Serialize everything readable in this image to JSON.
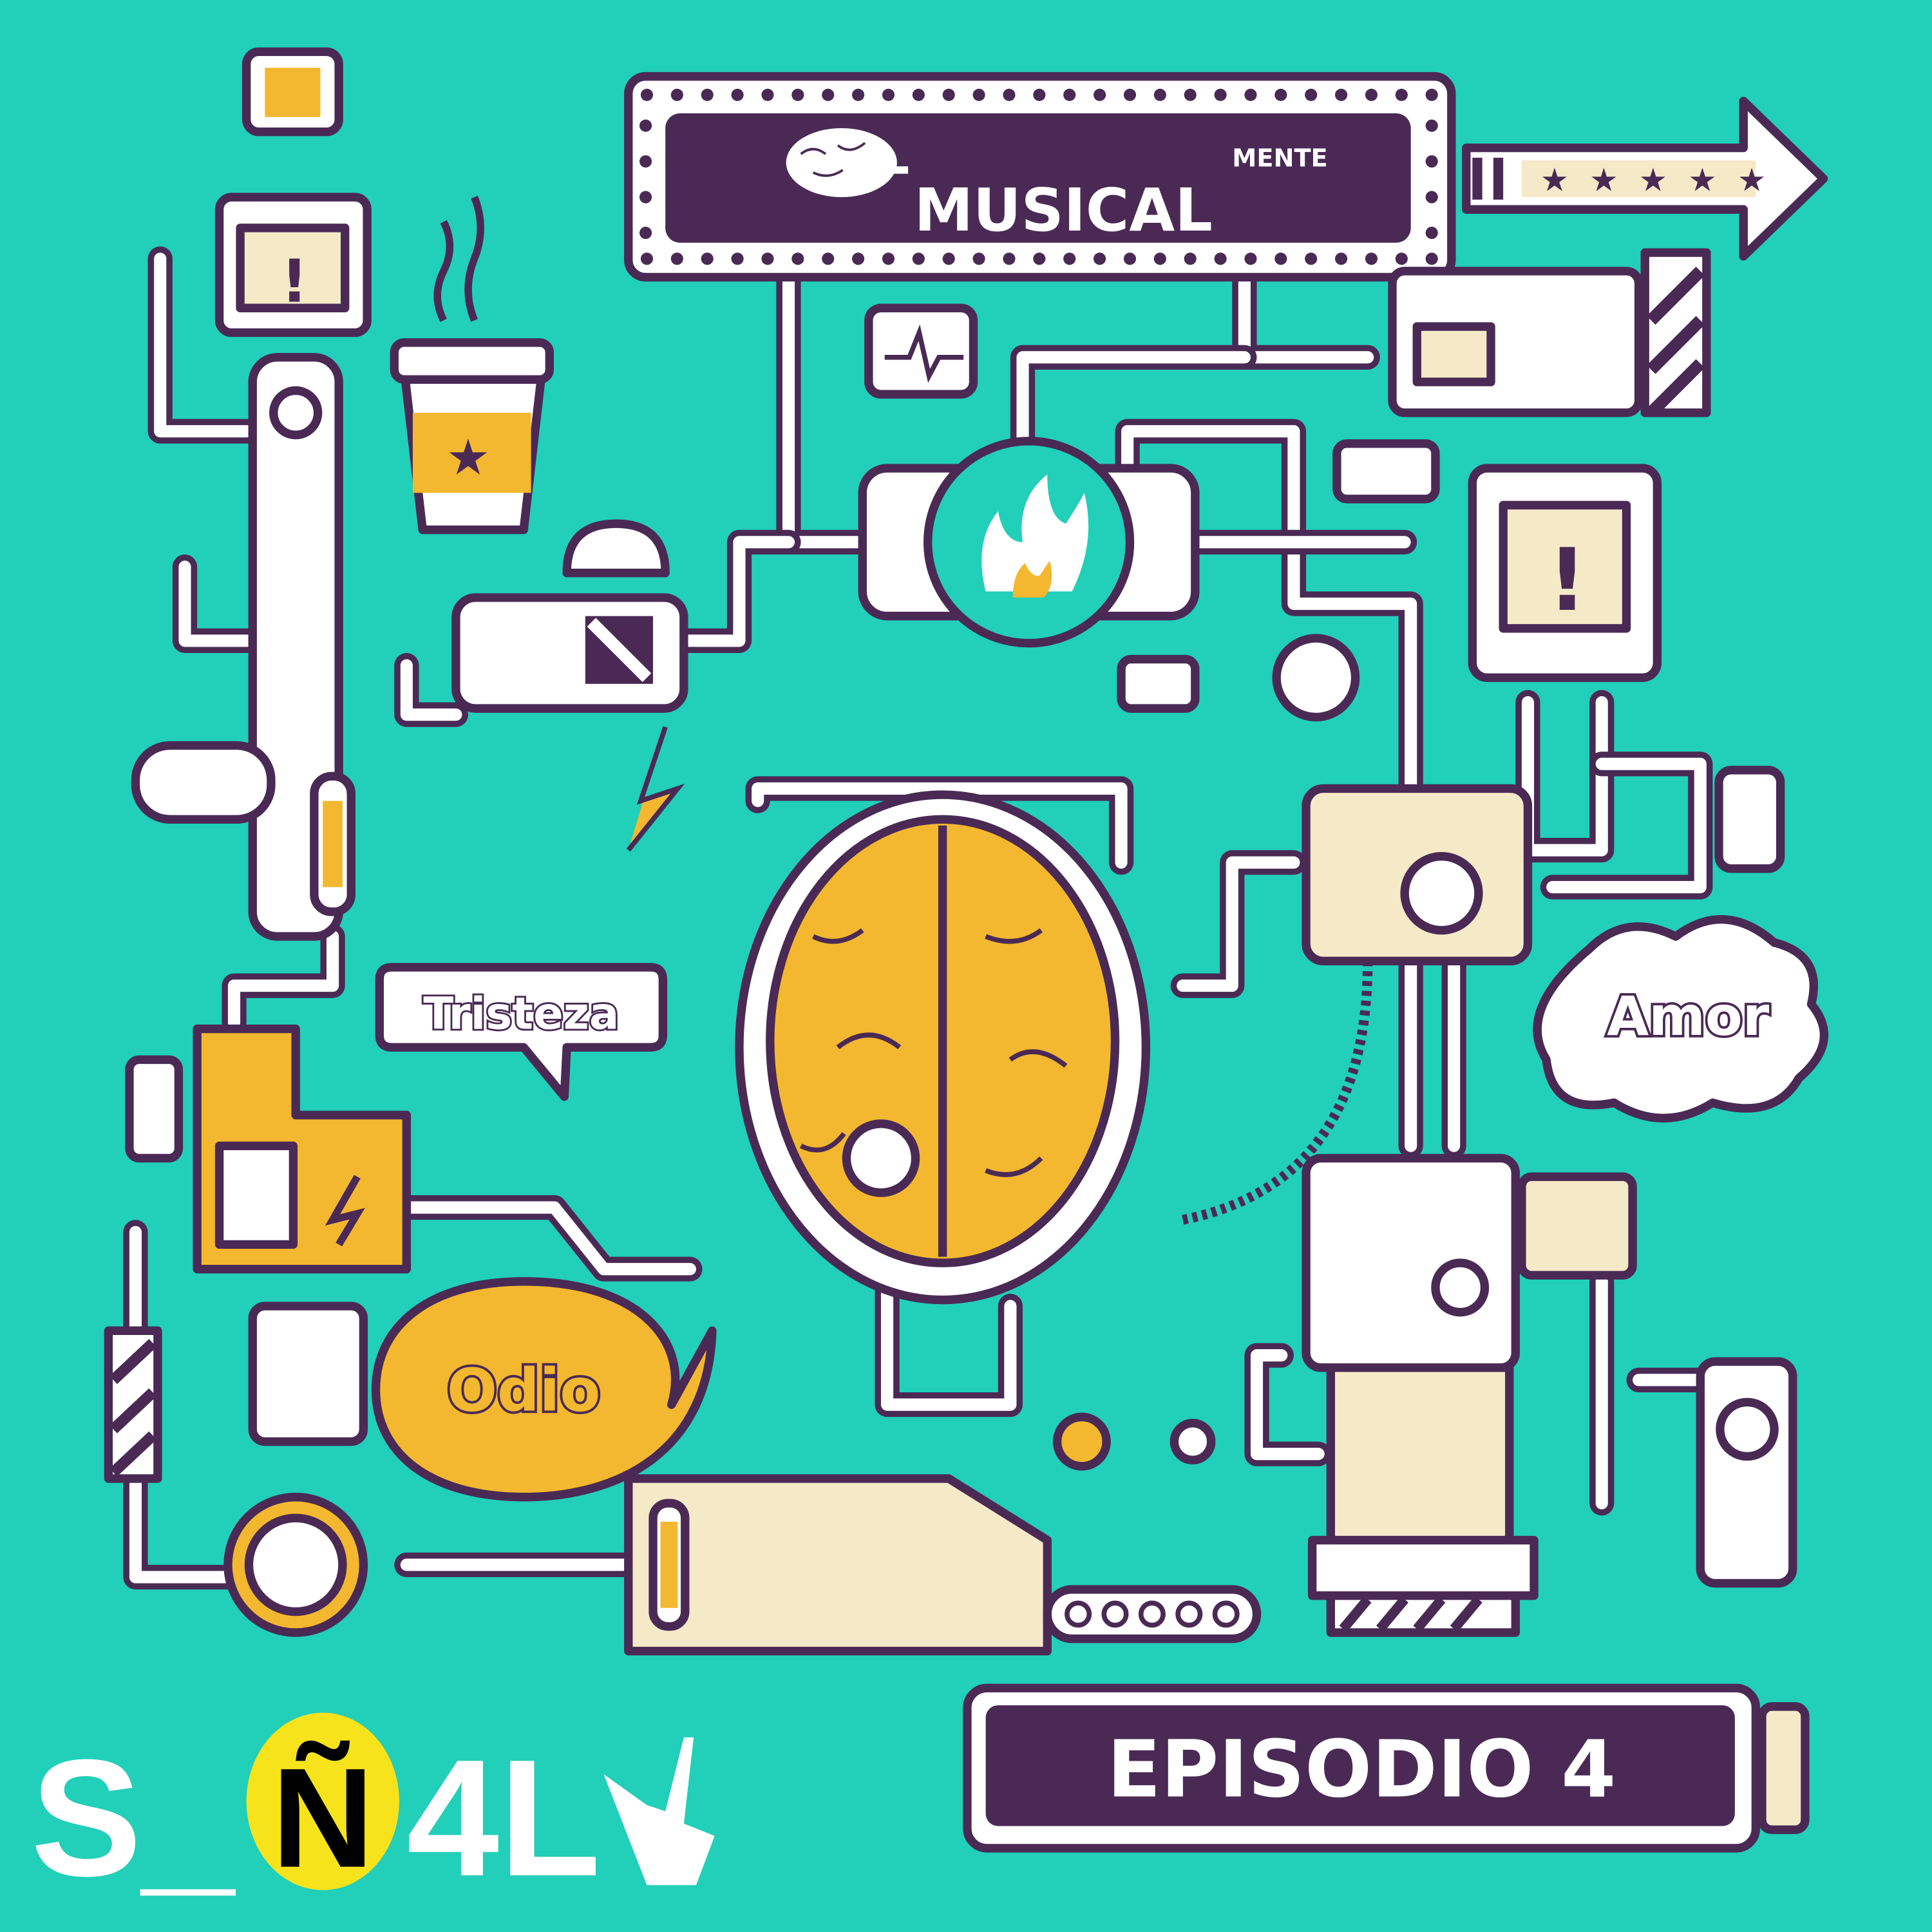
{
  "title": {
    "main": "MUSICAL",
    "superscript": "MENTE"
  },
  "bubbles": {
    "tristeza": "Tristeza",
    "amor": "Amor",
    "odio": "Odio"
  },
  "episode": {
    "label": "EPISODIO 4"
  },
  "logo": {
    "part1": "S_",
    "badge_letter": "Ñ",
    "part2": "4L"
  },
  "colors": {
    "background": "#22cfb9",
    "purple": "#4a2a55",
    "cream": "#f6e9c8",
    "yellow": "#f3b82f",
    "white": "#ffffff",
    "logo_yellow": "#f7e31c"
  }
}
